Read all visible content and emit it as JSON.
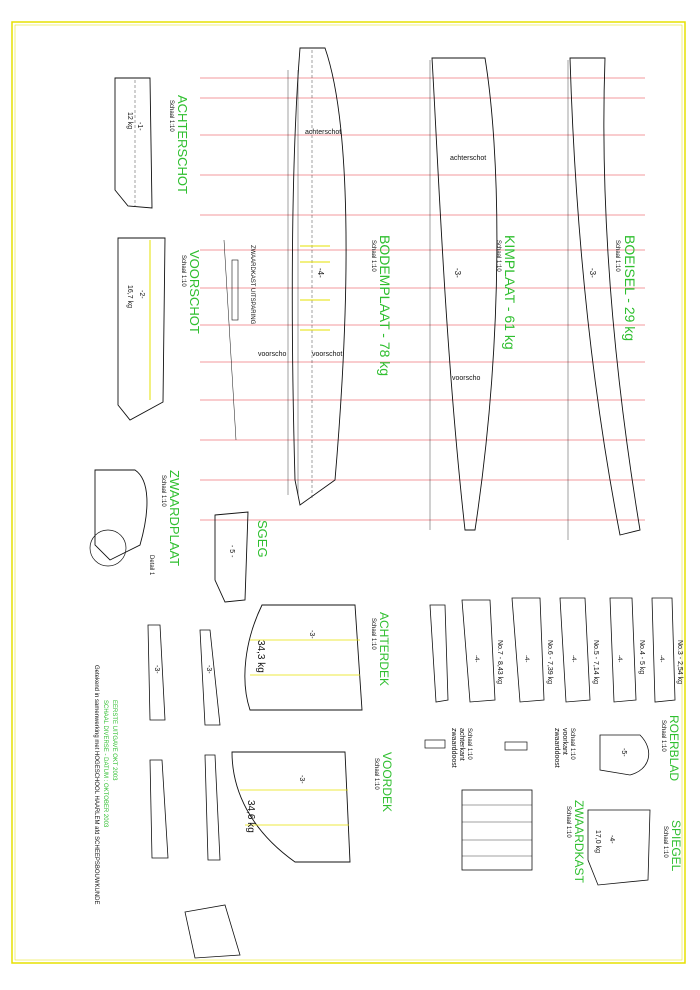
{
  "parts": {
    "achterschot": {
      "title": "ACHTERSCHOT",
      "scale": "Schaal 1:10",
      "weight": "12 kg",
      "number": "-1-"
    },
    "voorschot": {
      "title": "VOORSCHOT",
      "scale": "Schaal 1:10",
      "weight": "16,7 kg",
      "number": "-2-"
    },
    "zwaardplaat": {
      "title": "ZWAARDPLAAT",
      "scale": "Schaal 1:10",
      "detail": "Detail 1"
    },
    "bodemplaat": {
      "title": "BODEMPLAAT - 78 kg",
      "scale": "Schaal 1:10",
      "number": "-4-",
      "side_note": "ZWAARDKAST UITSPARING"
    },
    "kimplaat": {
      "title": "KIMPLAAT - 61 kg",
      "scale": "Schaal 1:10",
      "number": "-3-"
    },
    "boeisel": {
      "title": "BOEISEL - 29 kg",
      "scale": "Schaal 1:10",
      "number": "-3-"
    },
    "sgeg": {
      "title": "SGEG",
      "number": "- 5 -"
    },
    "achterdek": {
      "title": "ACHTERDEK",
      "scale": "Schaal 1:10",
      "weight": "34,3 kg",
      "number": "-3-"
    },
    "voordek": {
      "title": "VOORDEK",
      "scale": "Schaal 1:10",
      "weight": "34,6 kg",
      "number": "-3-"
    },
    "roerblad": {
      "title": "ROERBLAD",
      "scale": "Schaal 1:10",
      "number": "-5-"
    },
    "spiegel": {
      "title": "SPIEGEL",
      "scale": "Schaal 1:10",
      "number": "-4-"
    },
    "zwaardkast": {
      "title": "ZWAARDKAST",
      "scale": "Schaal 1:10",
      "weight": "17,0 kg"
    },
    "zwaarddoost_achter": {
      "title": "zwaarddoost",
      "sub": "achterkant",
      "scale": "Schaal 1:10"
    },
    "zwaarddoost_voor": {
      "title": "zwaarddoost",
      "sub": "voorkant",
      "scale": "Schaal 1:10"
    }
  },
  "frames": [
    {
      "label": "No.7 - 8,43 kg",
      "number": "-4-"
    },
    {
      "label": "No.6 - 7,39 kg",
      "number": "-4-"
    },
    {
      "label": "No.5 - 7,14 kg",
      "number": "-4-"
    },
    {
      "label": "No.4 - 5 kg",
      "number": "-4-"
    },
    {
      "label": "No.3 - 2,54 kg",
      "number": "-4-"
    }
  ],
  "annotations": {
    "achterschot_a": "achterschot",
    "achterschot_b": "achterschot",
    "voorschot_a": "voorscho",
    "voorschot_b": "voorschot",
    "voorschot_c": "voorscho"
  },
  "credits": {
    "line1": "Getekend in samenwerking met HOGESCHOOL HAARLEM afd SCHEEPSBOUWKUNDE",
    "line2": "SCHAAL DIVERSE  -  DATUM : OKTOBER 2003",
    "line3": "EERSTE UITGAVE OKT 2003"
  },
  "colors": {
    "frame": "#e6e000",
    "lines": "#e8333a",
    "ink": "#111111",
    "titles": "#2fbf2f"
  }
}
